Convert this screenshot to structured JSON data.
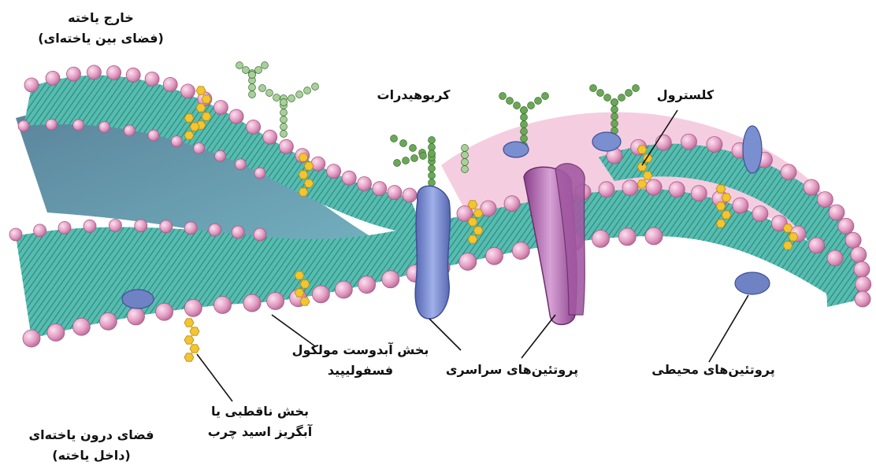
{
  "labels": {
    "outside_cell": {
      "line1": "خارج یاخته",
      "line2": "(فضای بین یاخته‌ای)"
    },
    "carbohydrates": "کربوهیدرات",
    "cholesterol": "کلسترول",
    "hydrophilic_head": {
      "line1": "بخش آبدوست مولکول",
      "line2": "فسفولیپید"
    },
    "integral_proteins": "پروتئین‌های سراسری",
    "peripheral_proteins": "پروتئین‌های محیطی",
    "hydrophobic_tail": {
      "line1": "بخش ناقطبی یا",
      "line2": "آبگریز اسید چرب"
    },
    "inside_cell": {
      "line1": "فضای درون یاخته‌ای",
      "line2": "(داخل یاخته)"
    }
  },
  "colors": {
    "phospholipid_head": "#e8a0c6",
    "lipid_core": "#4fb8ac",
    "cholesterol": "#f2c531",
    "integral_protein": "#7a8fd0",
    "channel_protein": "#b467b0",
    "carbohydrate_chain": "#5f9a4f"
  }
}
